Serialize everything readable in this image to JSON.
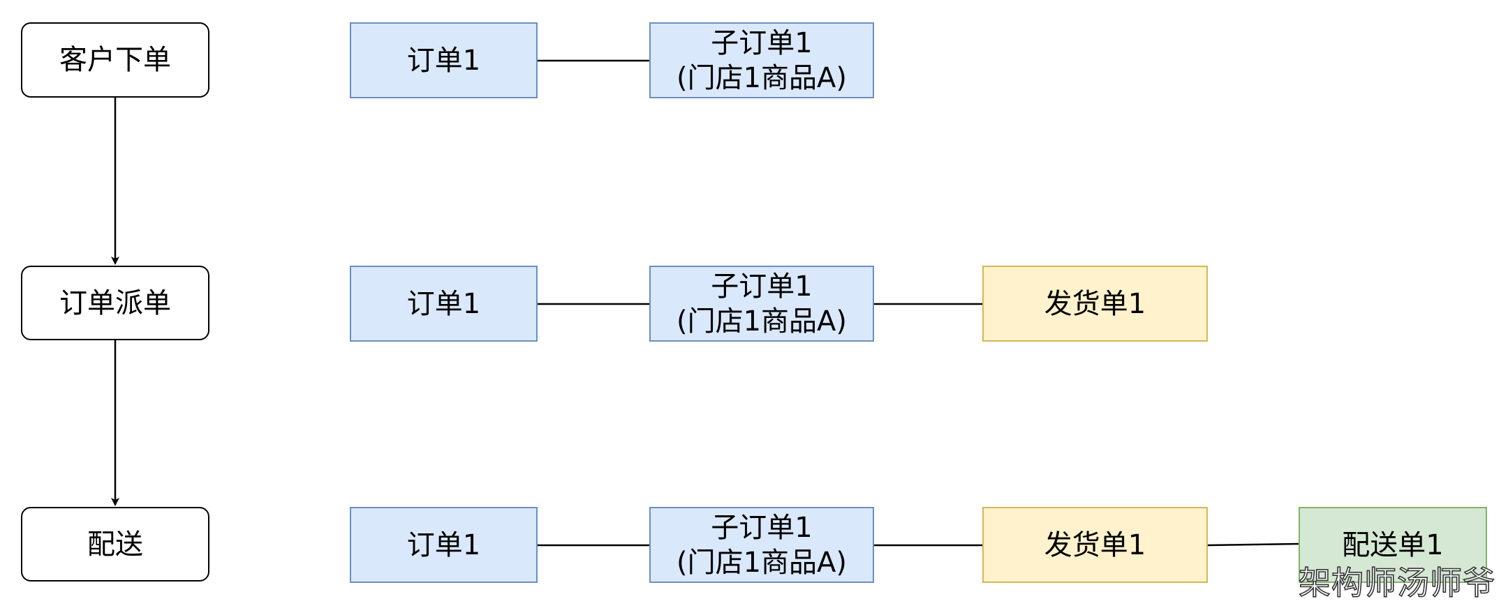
{
  "steps": [
    {
      "id": "customer_order",
      "label": "客户下单"
    },
    {
      "id": "dispatch",
      "label": "订单派单"
    },
    {
      "id": "delivery",
      "label": "配送"
    }
  ],
  "rows": [
    {
      "order": "订单1",
      "sub_order": {
        "line1": "子订单1",
        "line2": "(门店1商品A)"
      }
    },
    {
      "order": "订单1",
      "sub_order": {
        "line1": "子订单1",
        "line2": "(门店1商品A)"
      },
      "shipment": "发货单1"
    },
    {
      "order": "订单1",
      "sub_order": {
        "line1": "子订单1",
        "line2": "(门店1商品A)"
      },
      "shipment": "发货单1",
      "delivery": "配送单1"
    }
  ],
  "watermark": "架构师汤师爷",
  "colors": {
    "order_fill": "#dae8fc",
    "order_border": "#6c8ebf",
    "shipment_fill": "#fff2cc",
    "shipment_border": "#d6b656",
    "delivery_fill": "#d5e8d4",
    "delivery_border": "#82b366"
  }
}
